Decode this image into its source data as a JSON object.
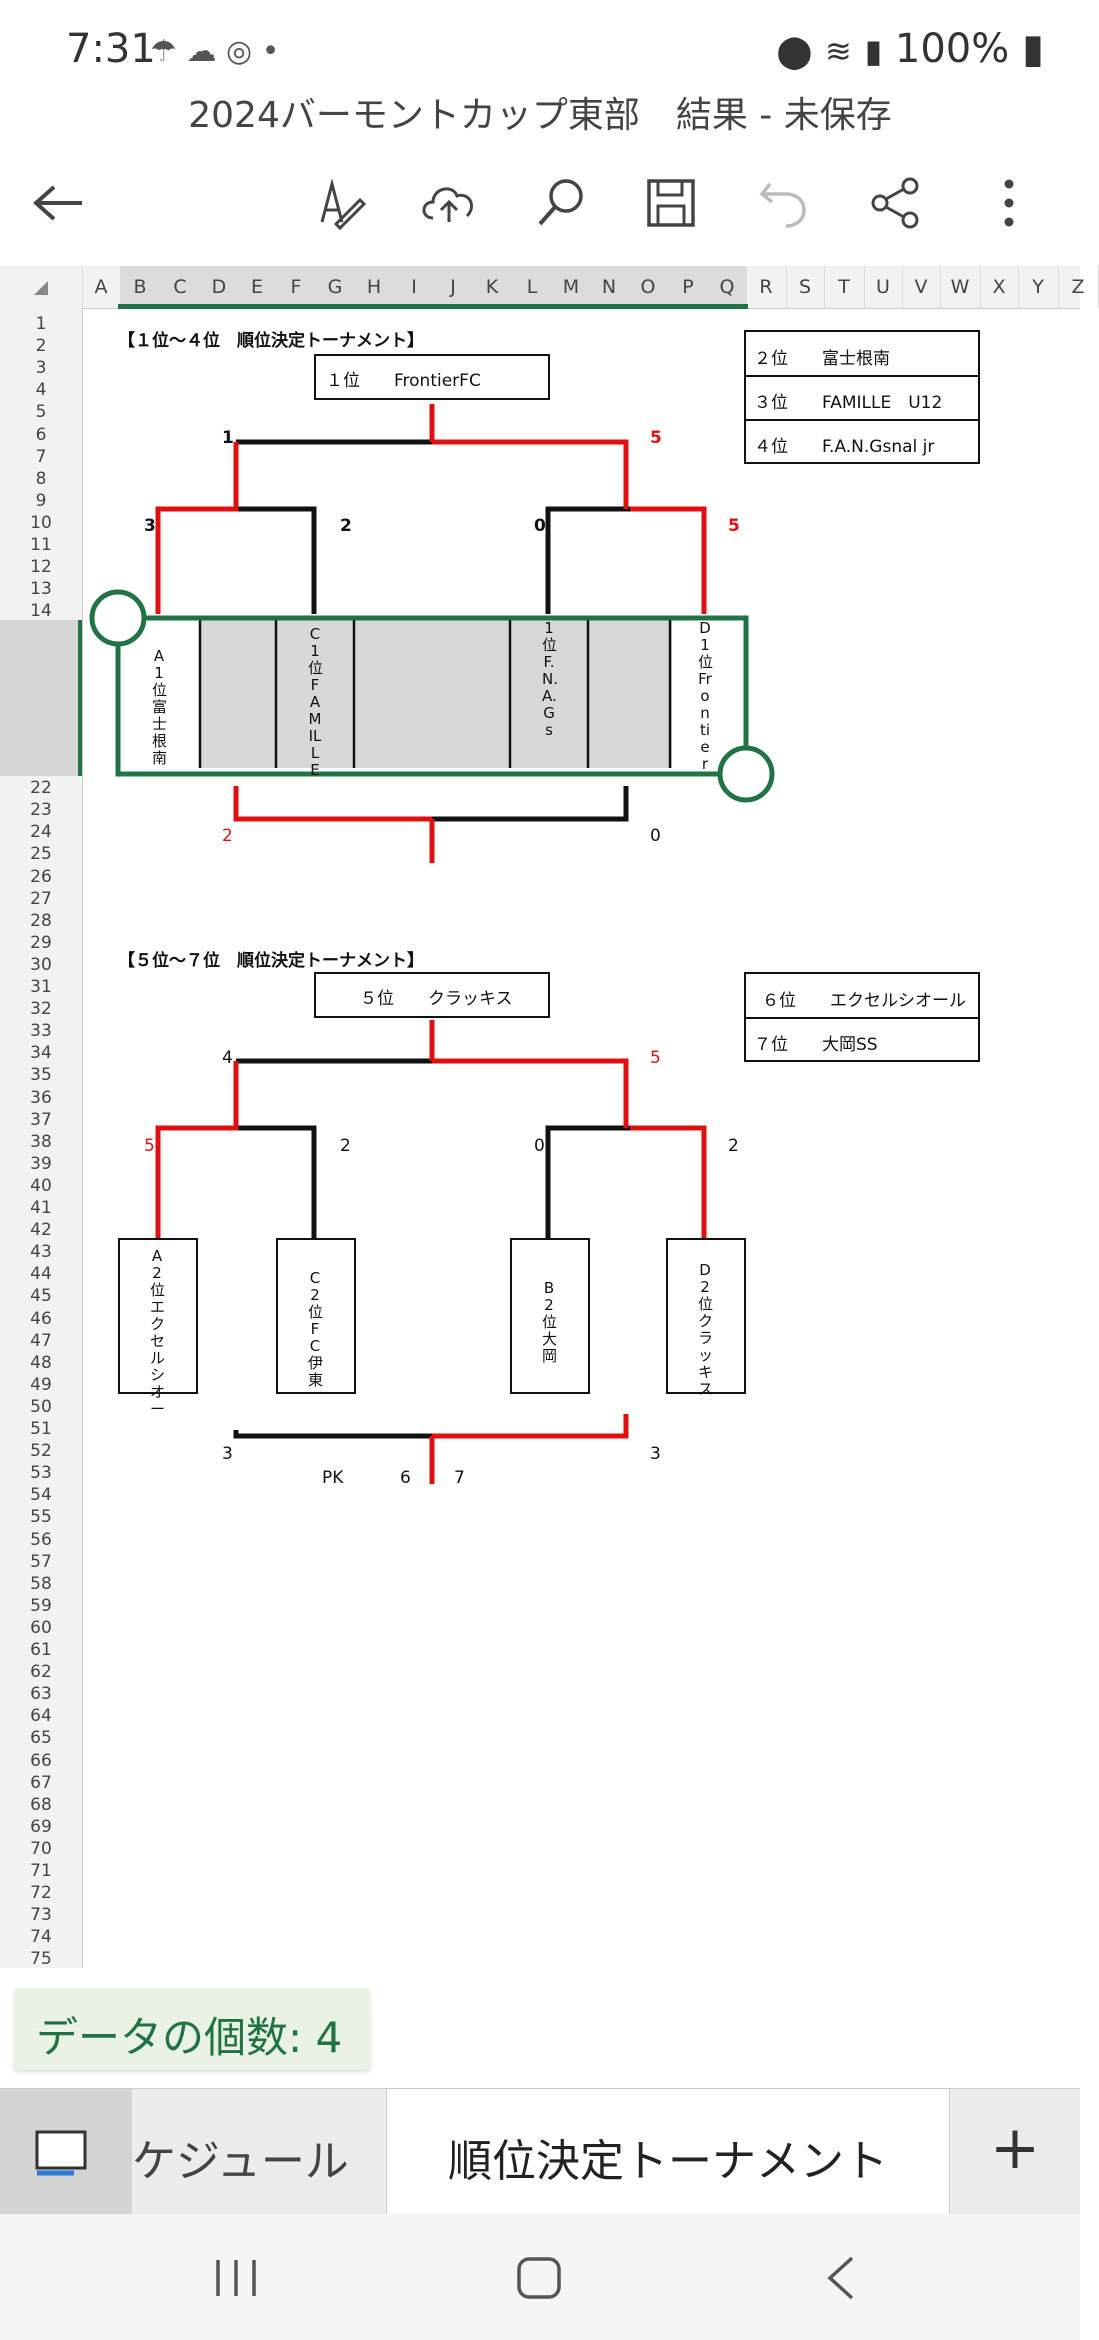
{
  "status": {
    "time": "7:31",
    "battery": "100%"
  },
  "title": "2024バーモントカップ東部　結果 - 未保存",
  "columns": [
    "A",
    "B",
    "C",
    "D",
    "E",
    "F",
    "G",
    "H",
    "I",
    "J",
    "K",
    "L",
    "M",
    "N",
    "O",
    "P",
    "Q",
    "R",
    "S",
    "T",
    "U",
    "V",
    "W",
    "X",
    "Y",
    "Z"
  ],
  "bracket1": {
    "heading": "【１位～４位　順位決定トーナメント】",
    "winner": "１位　　FrontierFC",
    "rank2": "２位　　富士根南",
    "rank3": "３位　　FAMILLE　U12",
    "rank4": "４位　　F.A.N.Gsnal jr",
    "scores": {
      "final_left": "1",
      "final_right": "5",
      "s1_left": "3",
      "s1_right": "2",
      "s2_left": "0",
      "s2_right": "5",
      "bottom_left": "2",
      "bottom_right": "0"
    },
    "teams": [
      "A1位富士根南",
      "C1位FAMILLE",
      "1位F.N.A.Gs",
      "D1位Frontier"
    ]
  },
  "bracket2": {
    "heading": "【５位～７位　順位決定トーナメント】",
    "winner": "５位　　クラッキス",
    "rank6": "６位　　エクセルシオール",
    "rank7": "７位　　大岡SS",
    "scores": {
      "final_left": "4",
      "final_right": "5",
      "s1_left": "5",
      "s1_right": "2",
      "s2_left": "0",
      "s2_right": "2",
      "bottom_left": "3",
      "bottom_right": "3",
      "pk_label": "PK",
      "pk_left": "6",
      "pk_right": "7"
    },
    "teams": [
      "A2位エクセルシオー",
      "C2位FC伊東",
      "B2位大岡",
      "D2位クラッキス"
    ]
  },
  "footer": {
    "count_label": "データの個数: 4",
    "tab_prev": "ケジュール",
    "tab_active": "順位決定トーナメント",
    "add_tab": "+"
  }
}
